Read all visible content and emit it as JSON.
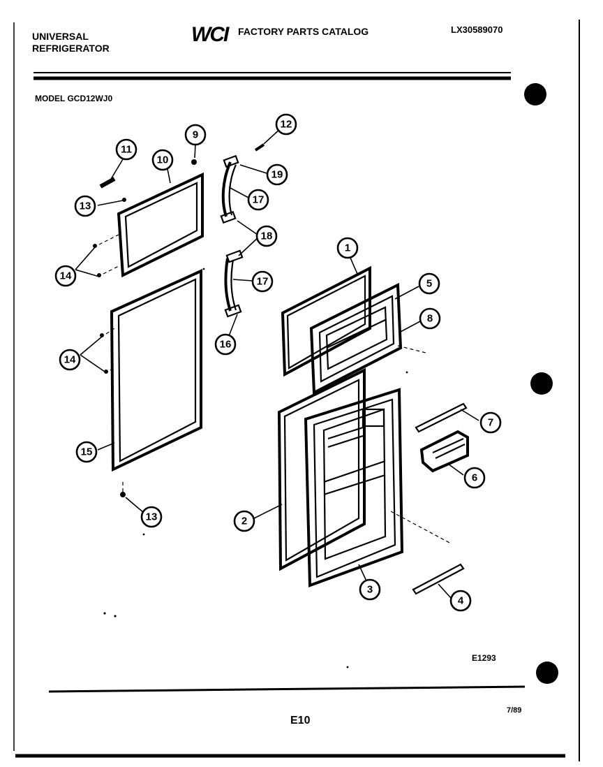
{
  "header": {
    "brand_line1": "UNIVERSAL",
    "brand_line2": "REFRIGERATOR",
    "logo_text": "WCI",
    "catalog_title": "FACTORY PARTS CATALOG",
    "catalog_number": "LX30589070",
    "model_label": "MODEL GCD12WJ0"
  },
  "diagram": {
    "drawing_code": "E1293",
    "callouts": [
      "1",
      "2",
      "3",
      "4",
      "5",
      "6",
      "7",
      "8",
      "9",
      "10",
      "11",
      "12",
      "13",
      "14",
      "15",
      "16",
      "17",
      "18",
      "19"
    ]
  },
  "footer": {
    "page_code": "E10",
    "date": "7/89"
  }
}
